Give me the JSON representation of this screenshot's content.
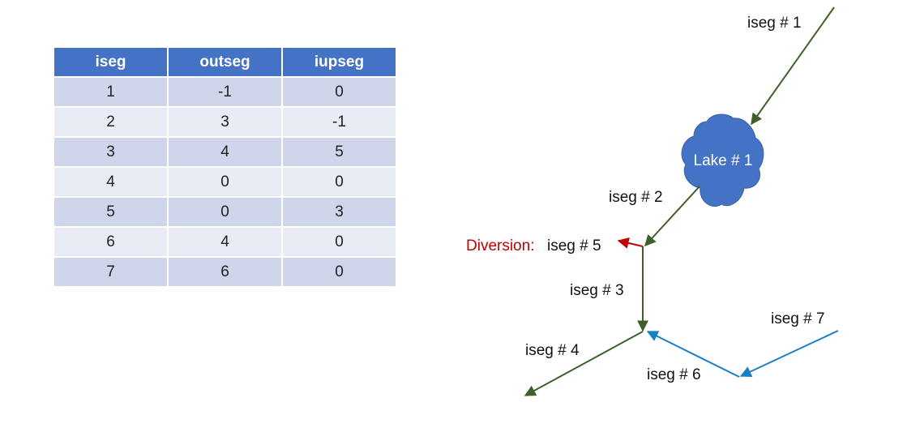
{
  "table": {
    "headers": [
      "iseg",
      "outseg",
      "iupseg"
    ],
    "rows": [
      [
        "1",
        "-1",
        "0"
      ],
      [
        "2",
        "3",
        "-1"
      ],
      [
        "3",
        "4",
        "5"
      ],
      [
        "4",
        "0",
        "0"
      ],
      [
        "5",
        "0",
        "3"
      ],
      [
        "6",
        "4",
        "0"
      ],
      [
        "7",
        "6",
        "0"
      ]
    ]
  },
  "diagram": {
    "lake_label": "Lake # 1",
    "diversion_prefix": "Diversion:",
    "segment_labels": {
      "seg1": "iseg #  1",
      "seg2": "iseg #  2",
      "seg3": "iseg #  3",
      "seg4": "iseg #  4",
      "seg5": "iseg #  5",
      "seg6": "iseg #  6",
      "seg7": "iseg #  7"
    },
    "colors": {
      "main_stream": "#3d5f2a",
      "tributary": "#1a7fc1",
      "diversion": "#c00000",
      "lake": "#4472c4",
      "table_header": "#4472c4",
      "table_row_dark": "#cfd5ea",
      "table_row_light": "#e9ebf5"
    }
  }
}
